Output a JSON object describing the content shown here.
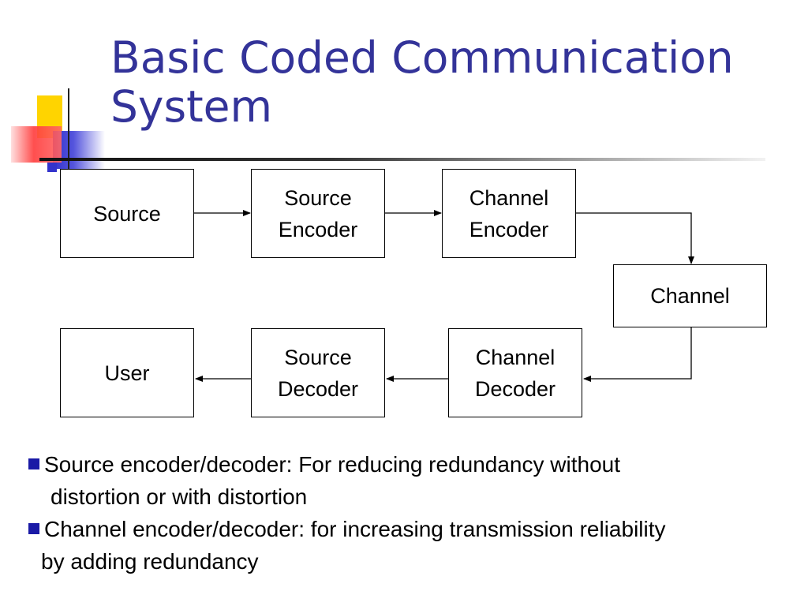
{
  "title": {
    "line1": "Basic Coded Communication",
    "line2": "System"
  },
  "diagram": {
    "source": "Source",
    "source_encoder": "Source\nEncoder",
    "channel_encoder": "Channel\nEncoder",
    "channel": "Channel",
    "user": "User",
    "source_decoder": "Source\nDecoder",
    "channel_decoder": "Channel\nDecoder"
  },
  "bullets": [
    {
      "line1": "Source encoder/decoder: For reducing redundancy without",
      "line2": " distortion or with distortion"
    },
    {
      "line1": "Channel encoder/decoder: for increasing transmission reliability",
      "line2": "by adding redundancy"
    }
  ],
  "colors": {
    "title": "#333399",
    "bullet": "#1a1aa6"
  }
}
